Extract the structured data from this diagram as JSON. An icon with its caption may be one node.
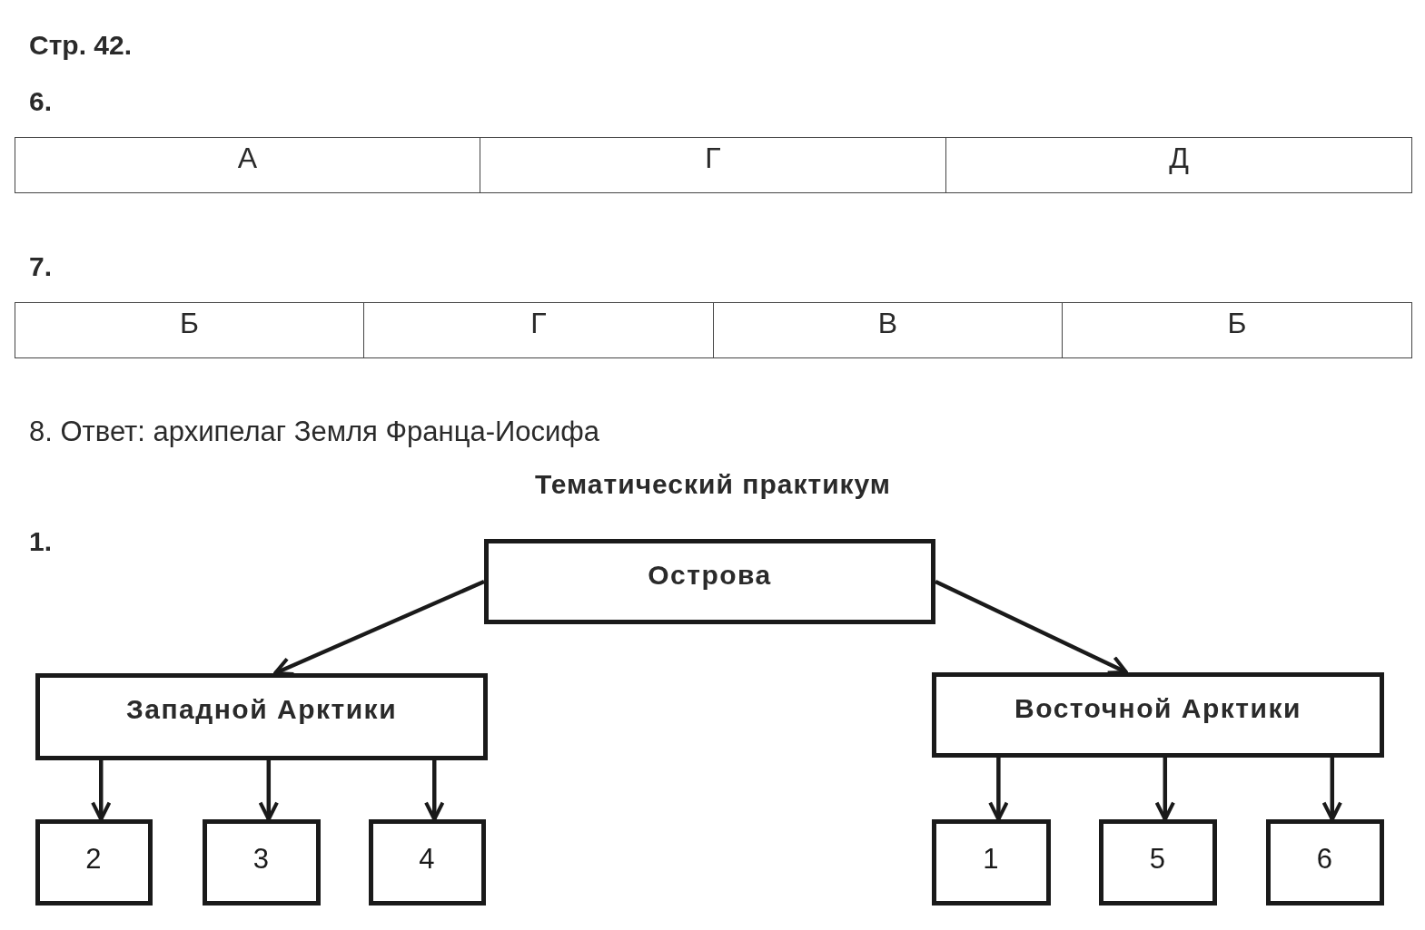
{
  "diagram": {
    "nodes": [
      {
        "text": [
          "Острова"
        ]
      },
      {
        "text": [
          "Западной Арктики"
        ]
      },
      {
        "text": [
          "Восточной Арктики"
        ]
      },
      {
        "text": [
          "2"
        ]
      },
      {
        "text": [
          "3"
        ]
      },
      {
        "text": [
          "4"
        ]
      },
      {
        "text": [
          "1"
        ]
      },
      {
        "text": [
          "5"
        ]
      },
      {
        "text": [
          "6"
        ]
      }
    ],
    "edges": [
      {
        "from": 0,
        "to": 1,
        "arrow": "to"
      },
      {
        "from": 0,
        "to": 2,
        "arrow": "to"
      },
      {
        "from": 1,
        "to": 3,
        "arrow": "to"
      },
      {
        "from": 1,
        "to": 4,
        "arrow": "to"
      },
      {
        "from": 1,
        "to": 5,
        "arrow": "to"
      },
      {
        "from": 2,
        "to": 6,
        "arrow": "to"
      },
      {
        "from": 2,
        "to": 7,
        "arrow": "to"
      },
      {
        "from": 2,
        "to": 8,
        "arrow": "to"
      }
    ],
    "labels": [
      "Стр. 42.",
      "6.",
      "А",
      "Г",
      "Д",
      "7.",
      "Б",
      "Г",
      "В",
      "Б",
      "8. Ответ: архипелаг Земля Франца-Иосифа",
      "Тематический практикум",
      "1."
    ]
  }
}
